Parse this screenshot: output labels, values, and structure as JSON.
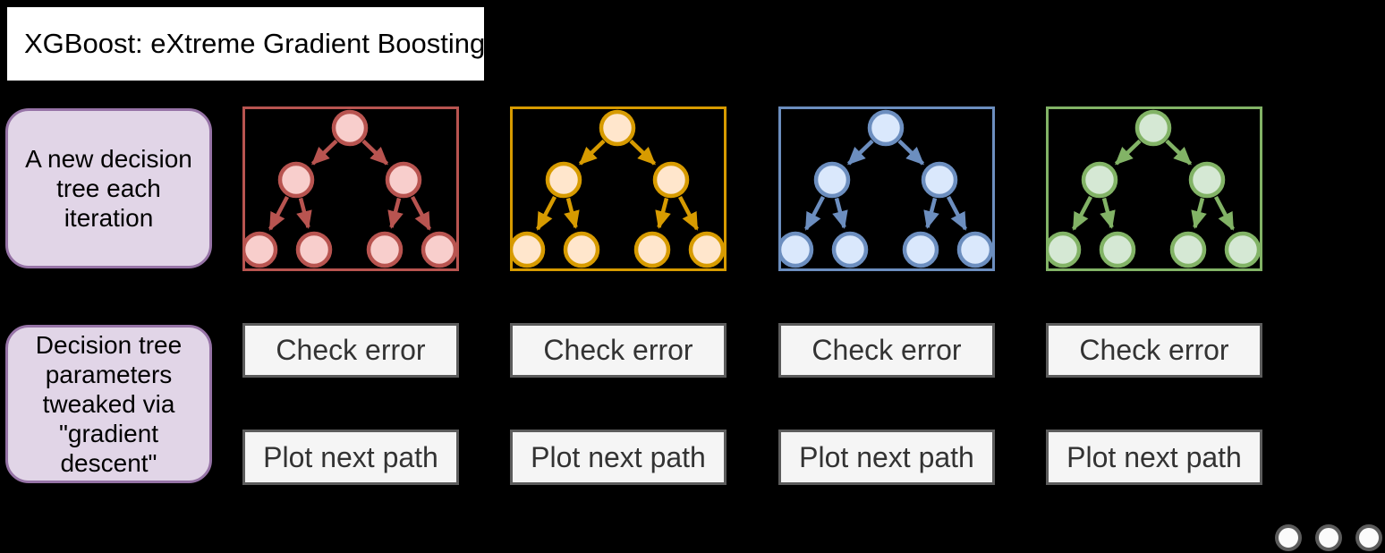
{
  "page": {
    "background": "#000000",
    "kind": "XGBoost boosting-iterations diagram"
  },
  "title_box": {
    "text": "XGBoost: eXtreme Gradient Boosting",
    "bg": "#FFFFFF",
    "text_color": "#000000"
  },
  "annotations": [
    {
      "id": "new-tree-note",
      "text": "A new decision tree each iteration",
      "fill": "#E1D5E7",
      "border": "#9673A6"
    },
    {
      "id": "gradient-descent-note",
      "text": "Decision tree parameters tweaked via \"gradient descent\"",
      "fill": "#E1D5E7",
      "border": "#9673A6"
    }
  ],
  "iterations": [
    {
      "name": "iteration-1",
      "tree_stroke": "#B85450",
      "tree_fill": "#F8CECC",
      "check_label": "Check error",
      "plot_label": "Plot next path"
    },
    {
      "name": "iteration-2",
      "tree_stroke": "#D79B00",
      "tree_fill": "#FFE6CC",
      "check_label": "Check error",
      "plot_label": "Plot next path"
    },
    {
      "name": "iteration-3",
      "tree_stroke": "#6C8EBF",
      "tree_fill": "#DAE8FC",
      "check_label": "Check error",
      "plot_label": "Plot next path"
    },
    {
      "name": "iteration-4",
      "tree_stroke": "#82B366",
      "tree_fill": "#D5E8D4",
      "check_label": "Check error",
      "plot_label": "Plot next path"
    }
  ],
  "tree_structure": {
    "nodes": 7,
    "levels": [
      1,
      2,
      4
    ],
    "description": "binary decision tree: root, two children, four leaves, arrows parent-to-child"
  },
  "action_box_style": {
    "fill": "#F5F5F5",
    "border": "#5C5C5C",
    "text_color": "#333333"
  },
  "ellipsis_dots": {
    "count": 3,
    "fill": "#FBFBFB",
    "border": "#5C5C5C"
  }
}
